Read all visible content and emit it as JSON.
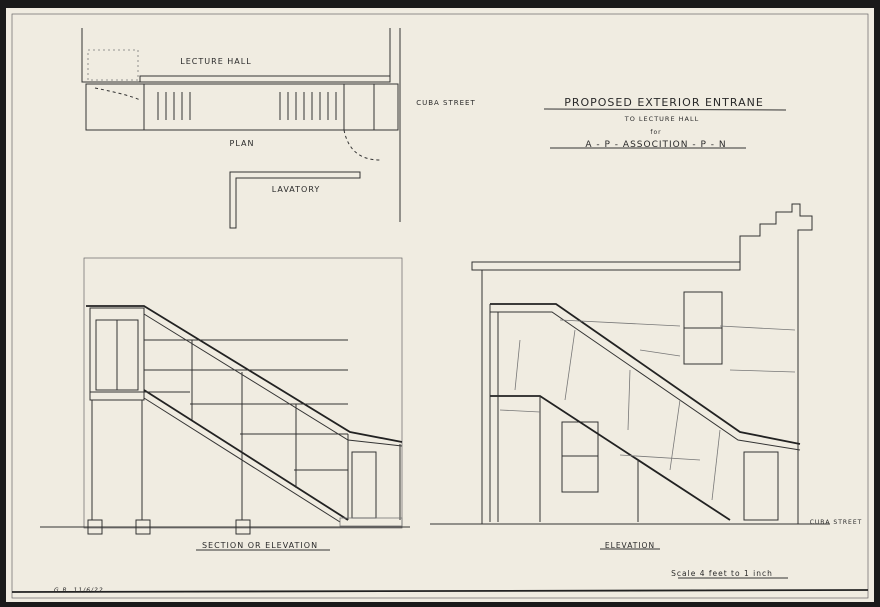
{
  "title": {
    "line1": "Proposed Exterior Entrane",
    "line2": "To Lecture Hall",
    "line3": "for",
    "line4": "A - P - Assocition - P - N"
  },
  "plan": {
    "room_label": "Lecture Hall",
    "caption": "Plan",
    "lavatory_label": "Lavatory",
    "street_label": "Cuba Street"
  },
  "section": {
    "caption": "Section or Elevation"
  },
  "elevation": {
    "caption": "Elevation",
    "street_label": "Cuba Street"
  },
  "scale": "Scale 4 feet to 1 inch",
  "signature": "G.R. 11/6/22",
  "colors": {
    "paper": "#f0ece1",
    "ink": "#2a2a2a",
    "frame": "#1a1a1a"
  }
}
